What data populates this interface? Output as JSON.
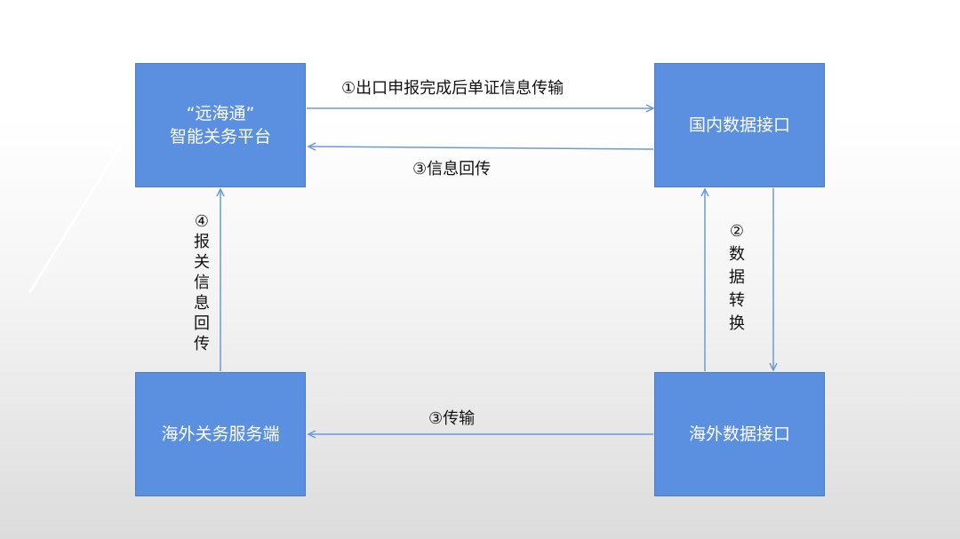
{
  "nodes": {
    "platform": {
      "line1": "“远海通”",
      "line2": "智能关务平台"
    },
    "domestic_interface": "国内数据接口",
    "overseas_service": "海外关务服务端",
    "overseas_interface": "海外数据接口"
  },
  "edges": {
    "step1": "①出口申报完成后单证信息传输",
    "step3_top": "③信息回传",
    "step3_bottom": "③传输",
    "step4": "④报关信息回传",
    "step2": "②数据转换"
  },
  "colors": {
    "node_fill": "#5b8fe0",
    "arrow": "#6b9ad8",
    "text": "#111111"
  }
}
